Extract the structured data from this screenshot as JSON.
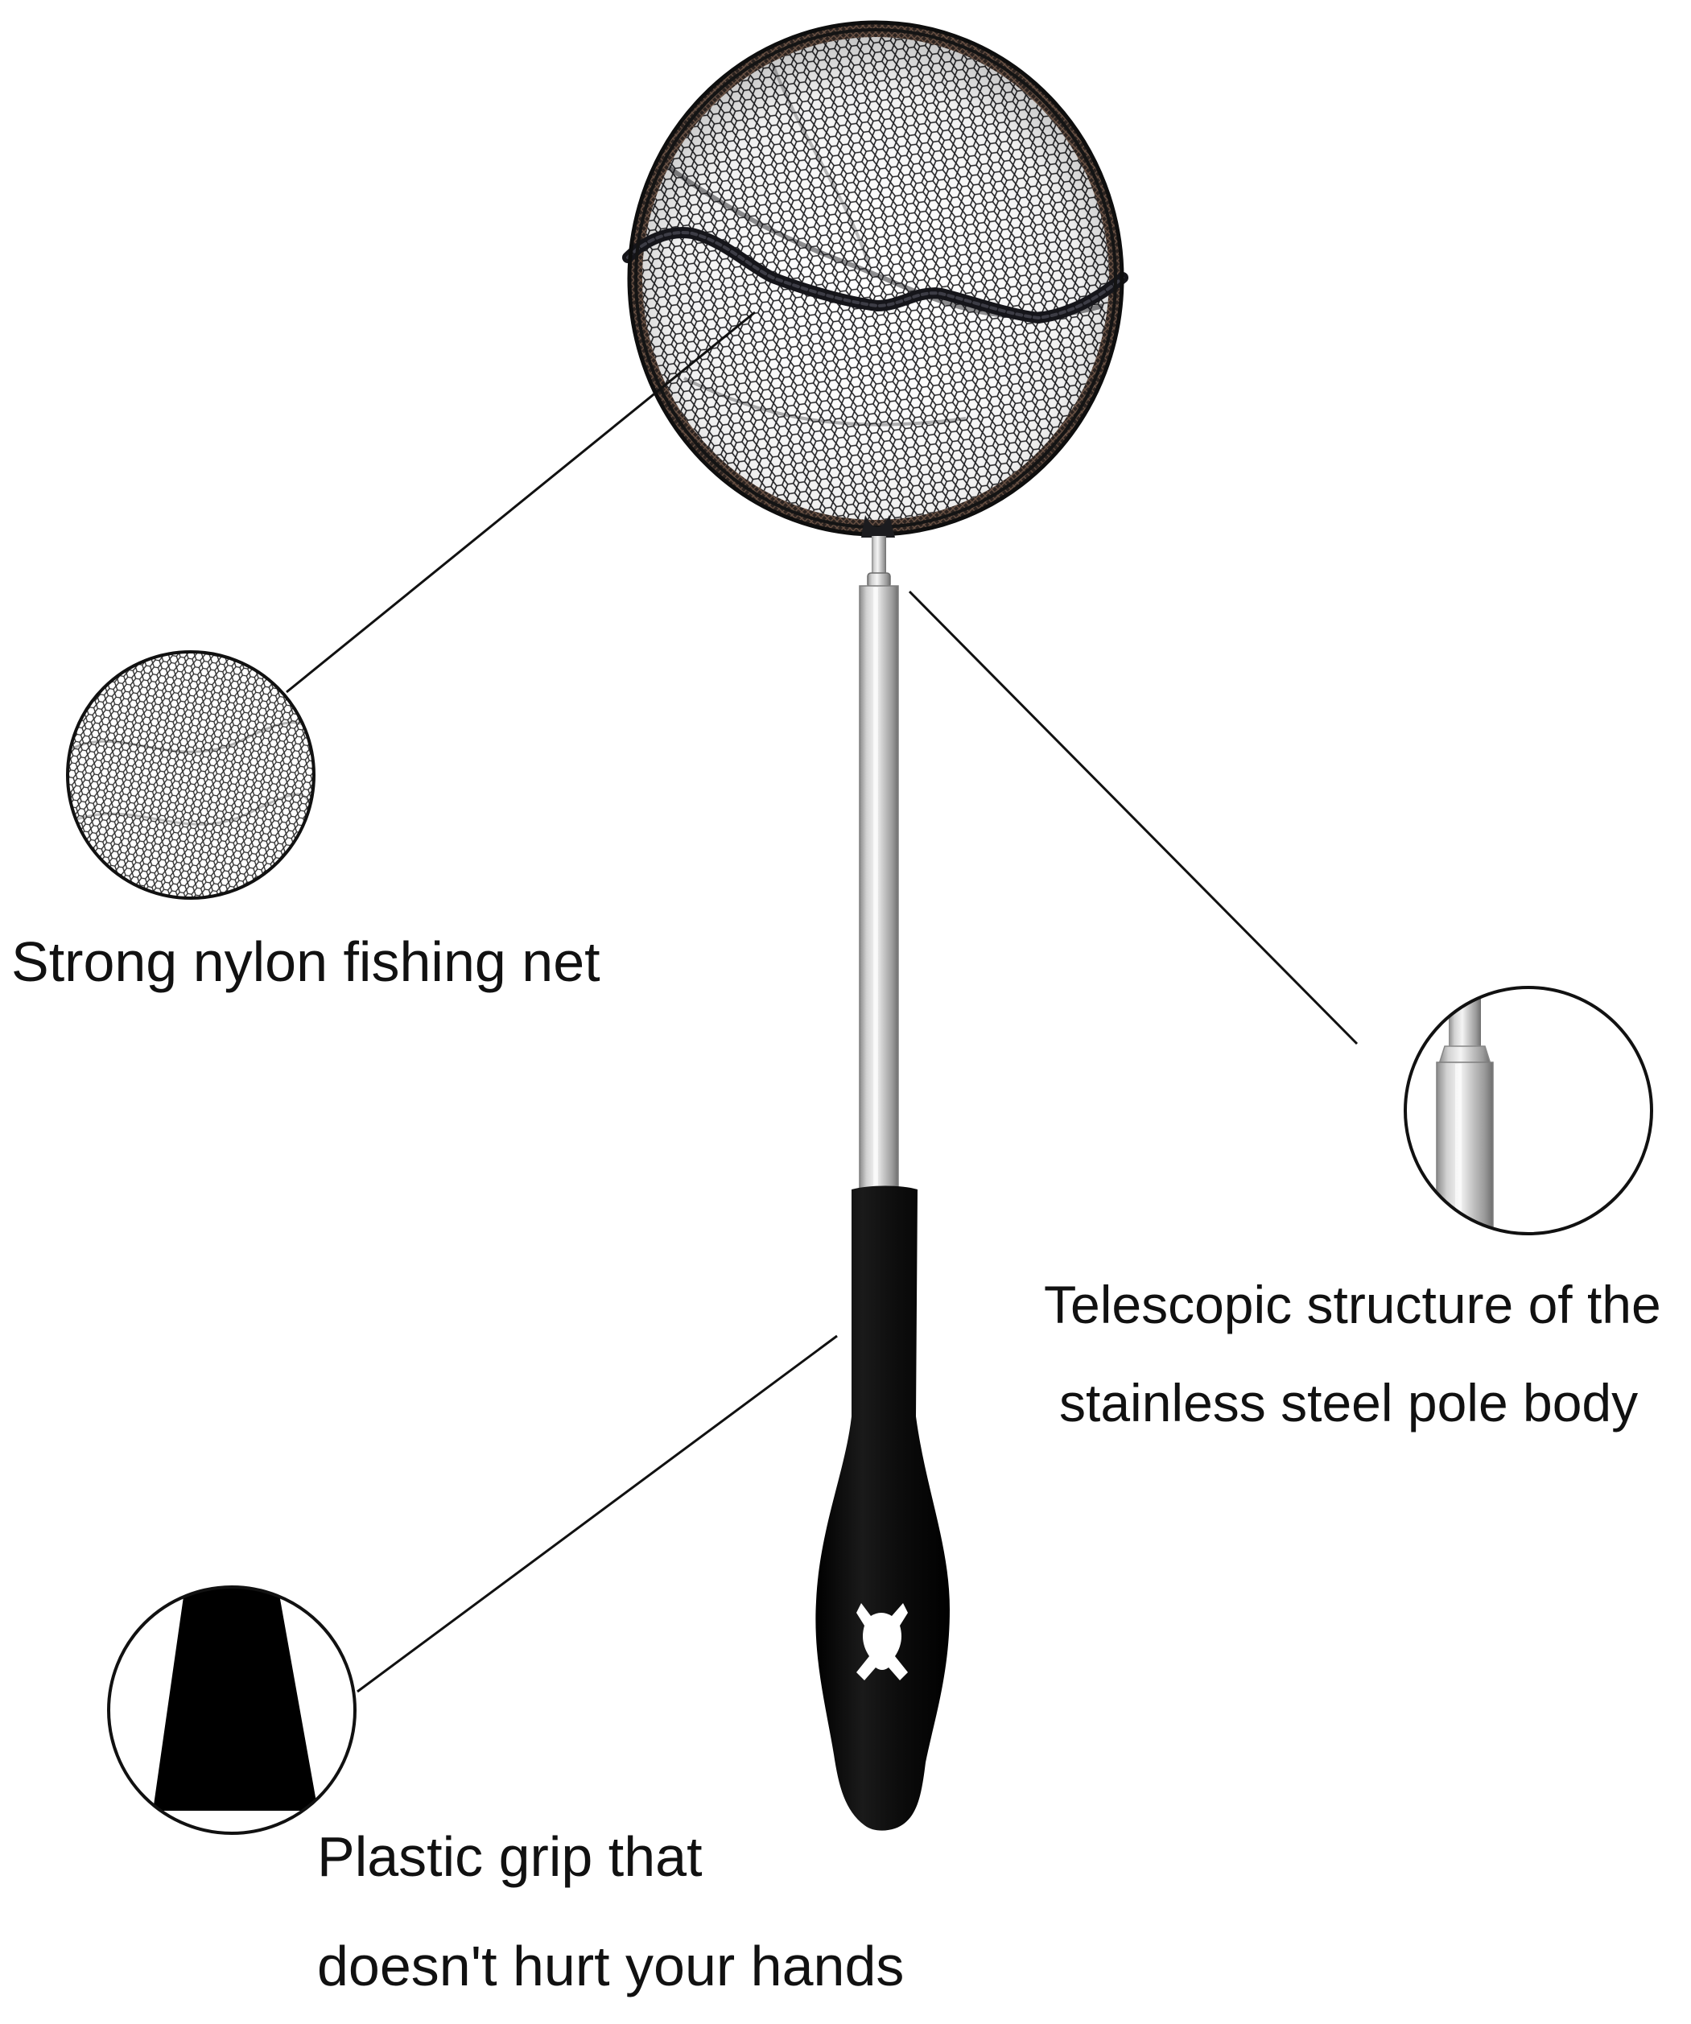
{
  "image": {
    "background": "#ffffff",
    "subject": "telescopic-fishing-net"
  },
  "callouts": {
    "net": {
      "text": "Strong nylon fishing net",
      "icon": "mesh-detail-icon"
    },
    "pole": {
      "line1": "Telescopic structure of the",
      "line2": "stainless steel pole body",
      "icon": "pole-detail-icon"
    },
    "grip": {
      "line1": "Plastic grip that",
      "line2": "doesn't hurt your hands",
      "icon": "grip-detail-icon"
    }
  },
  "colors": {
    "net_black": "#1a1a1d",
    "frame_brown": "#3a2e28",
    "steel_light": "#e6e6e6",
    "steel_mid": "#b4b4b4",
    "steel_dark": "#7a7a7a",
    "handle_black": "#0c0c0c",
    "leader_line": "#111111"
  }
}
